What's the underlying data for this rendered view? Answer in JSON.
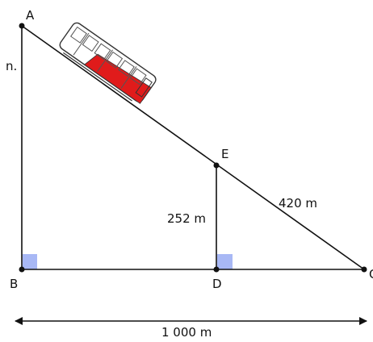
{
  "figure": {
    "points": {
      "A": "A",
      "B": "B",
      "C": "C",
      "D": "D",
      "E": "E"
    },
    "lengths": {
      "ED": "252 m",
      "EC": "420 m",
      "BC": "1 000 m"
    },
    "side_fragment": "n.",
    "colors": {
      "line": "#111111",
      "right_angle_fill": "#a8b8f5",
      "train_body": "#ffffff",
      "train_accent": "#e01b1b",
      "train_outline": "#333333"
    },
    "icon": "funicular-train-icon"
  }
}
